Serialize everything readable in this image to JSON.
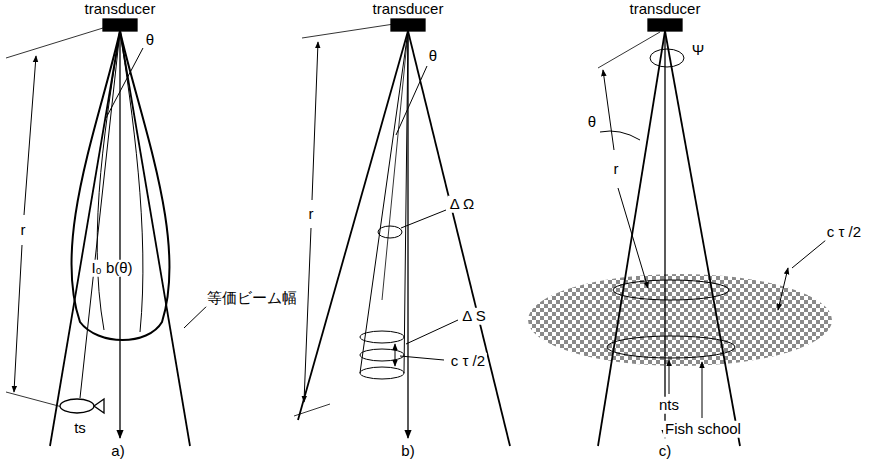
{
  "diagram": {
    "nodes": [
      {
        "text": [
          "transducer"
        ]
      },
      {
        "text": [
          "transducer"
        ]
      },
      {
        "text": [
          "transducer"
        ]
      }
    ],
    "labels": [
      "θ",
      "r",
      "I₀ b(θ)",
      "等価ビーム幅",
      "ts",
      "a)",
      "θ",
      "r",
      "Δ Ω",
      "Δ S",
      "c τ /2",
      "b)",
      "Ψ",
      "θ",
      "r",
      "c τ /2",
      "nts",
      "Fish school",
      "c)"
    ]
  }
}
